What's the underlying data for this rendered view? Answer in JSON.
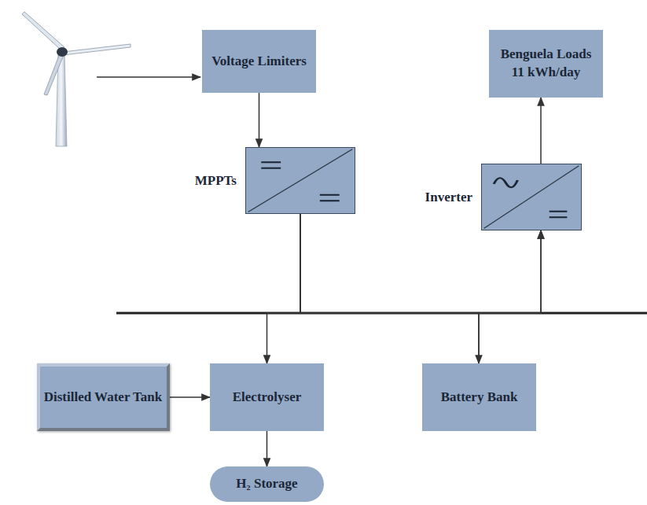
{
  "diagram": {
    "nodes": [
      {
        "text": [
          "Voltage Limiters"
        ]
      },
      {
        "text": [
          "Benguela Loads",
          "11 kWh/day"
        ]
      },
      {
        "text": [
          "MPPTs"
        ]
      },
      {
        "text": [
          "Inverter"
        ]
      },
      {
        "text": [
          "Distilled Water Tank"
        ]
      },
      {
        "text": [
          "Electrolyser"
        ]
      },
      {
        "text": [
          "Battery Bank"
        ]
      },
      {
        "text": [
          "H₂ Storage"
        ]
      }
    ],
    "edges": [
      {
        "from": 0,
        "to": 2,
        "arrow": "to"
      },
      {
        "from": 2,
        "to": 5,
        "arrow": "to"
      },
      {
        "from": 2,
        "to": 3,
        "arrow": "to"
      },
      {
        "from": 2,
        "to": 6,
        "arrow": "to"
      },
      {
        "from": 6,
        "to": 3,
        "arrow": "to"
      },
      {
        "from": 3,
        "to": 1,
        "arrow": "to"
      },
      {
        "from": 4,
        "to": 5,
        "arrow": "to"
      },
      {
        "from": 5,
        "to": 7,
        "arrow": "to"
      }
    ]
  }
}
